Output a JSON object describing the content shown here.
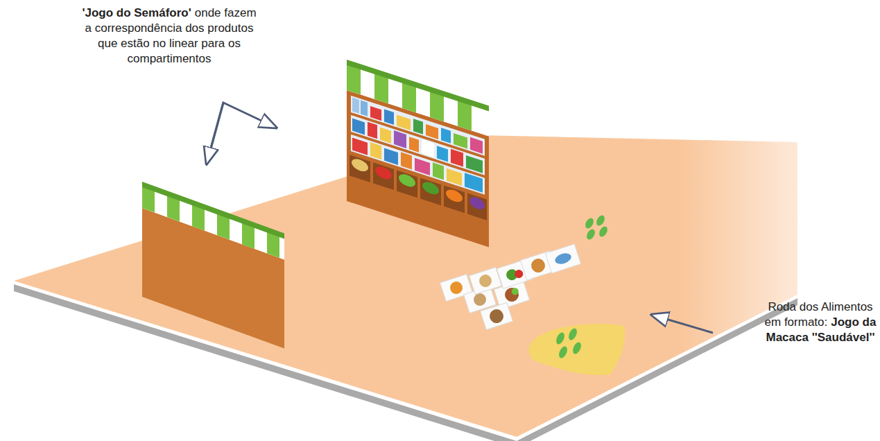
{
  "diagram": {
    "labels": [
      "'Jogo do Semáforo'",
      "onde fazem a correspondência dos produtos que estão no linear para os compartimentos",
      "Roda dos Alimentos em formato:",
      "Jogo da Macaca ''Saudável''"
    ]
  }
}
